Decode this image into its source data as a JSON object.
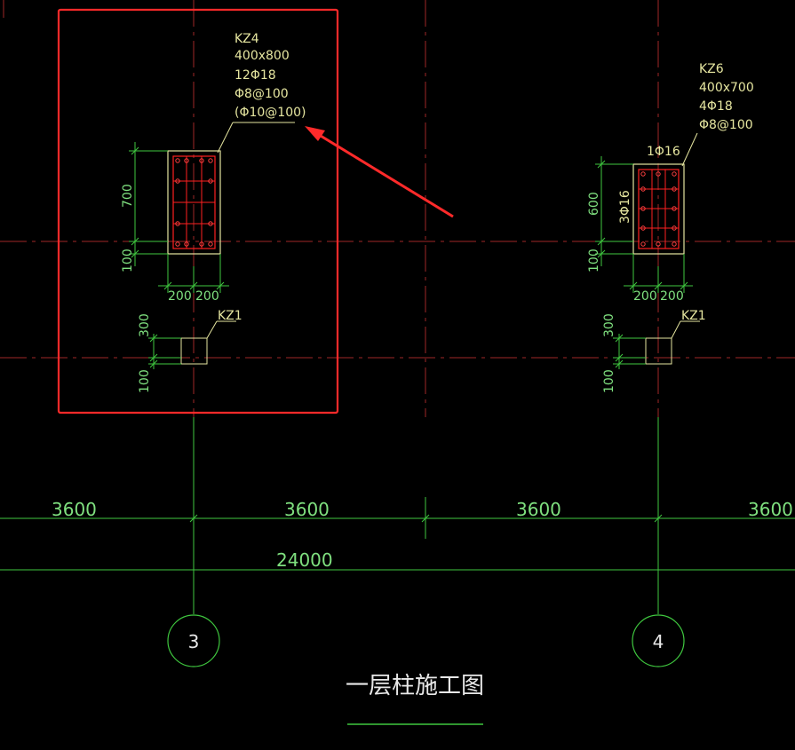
{
  "drawing_title": "一层柱施工图",
  "colors": {
    "background": "#000000",
    "grid_line": "#b03030",
    "dimension": "#3fc73f",
    "column_outline": "#e6e6a0",
    "rebar": "#ff2020",
    "highlight": "#ff2a2a",
    "title_text": "#e8e8e8"
  },
  "columns": {
    "kz4": {
      "name": "KZ4",
      "size": "400x800",
      "main_bars": "12Φ18",
      "stirrups": "Φ8@100",
      "stirrups_alt": "(Φ10@100)",
      "dim_top": "700",
      "dim_bottom": "100",
      "dim_left": "200",
      "dim_right": "200"
    },
    "kz6": {
      "name": "KZ6",
      "size": "400x700",
      "main_bars": "4Φ18",
      "stirrups": "Φ8@100",
      "top_bar": "1Φ16",
      "side_bar": "3Φ16",
      "dim_top": "600",
      "dim_bottom": "100",
      "dim_left": "200",
      "dim_right": "200"
    },
    "kz1_left": {
      "name": "KZ1",
      "dim_top": "300",
      "dim_bottom": "100"
    },
    "kz1_right": {
      "name": "KZ1",
      "dim_top": "300",
      "dim_bottom": "100"
    }
  },
  "dimensions": {
    "spans": [
      "3600",
      "3600",
      "3600",
      "3600"
    ],
    "total": "24000"
  },
  "axes": [
    {
      "label": "3"
    },
    {
      "label": "4"
    }
  ]
}
